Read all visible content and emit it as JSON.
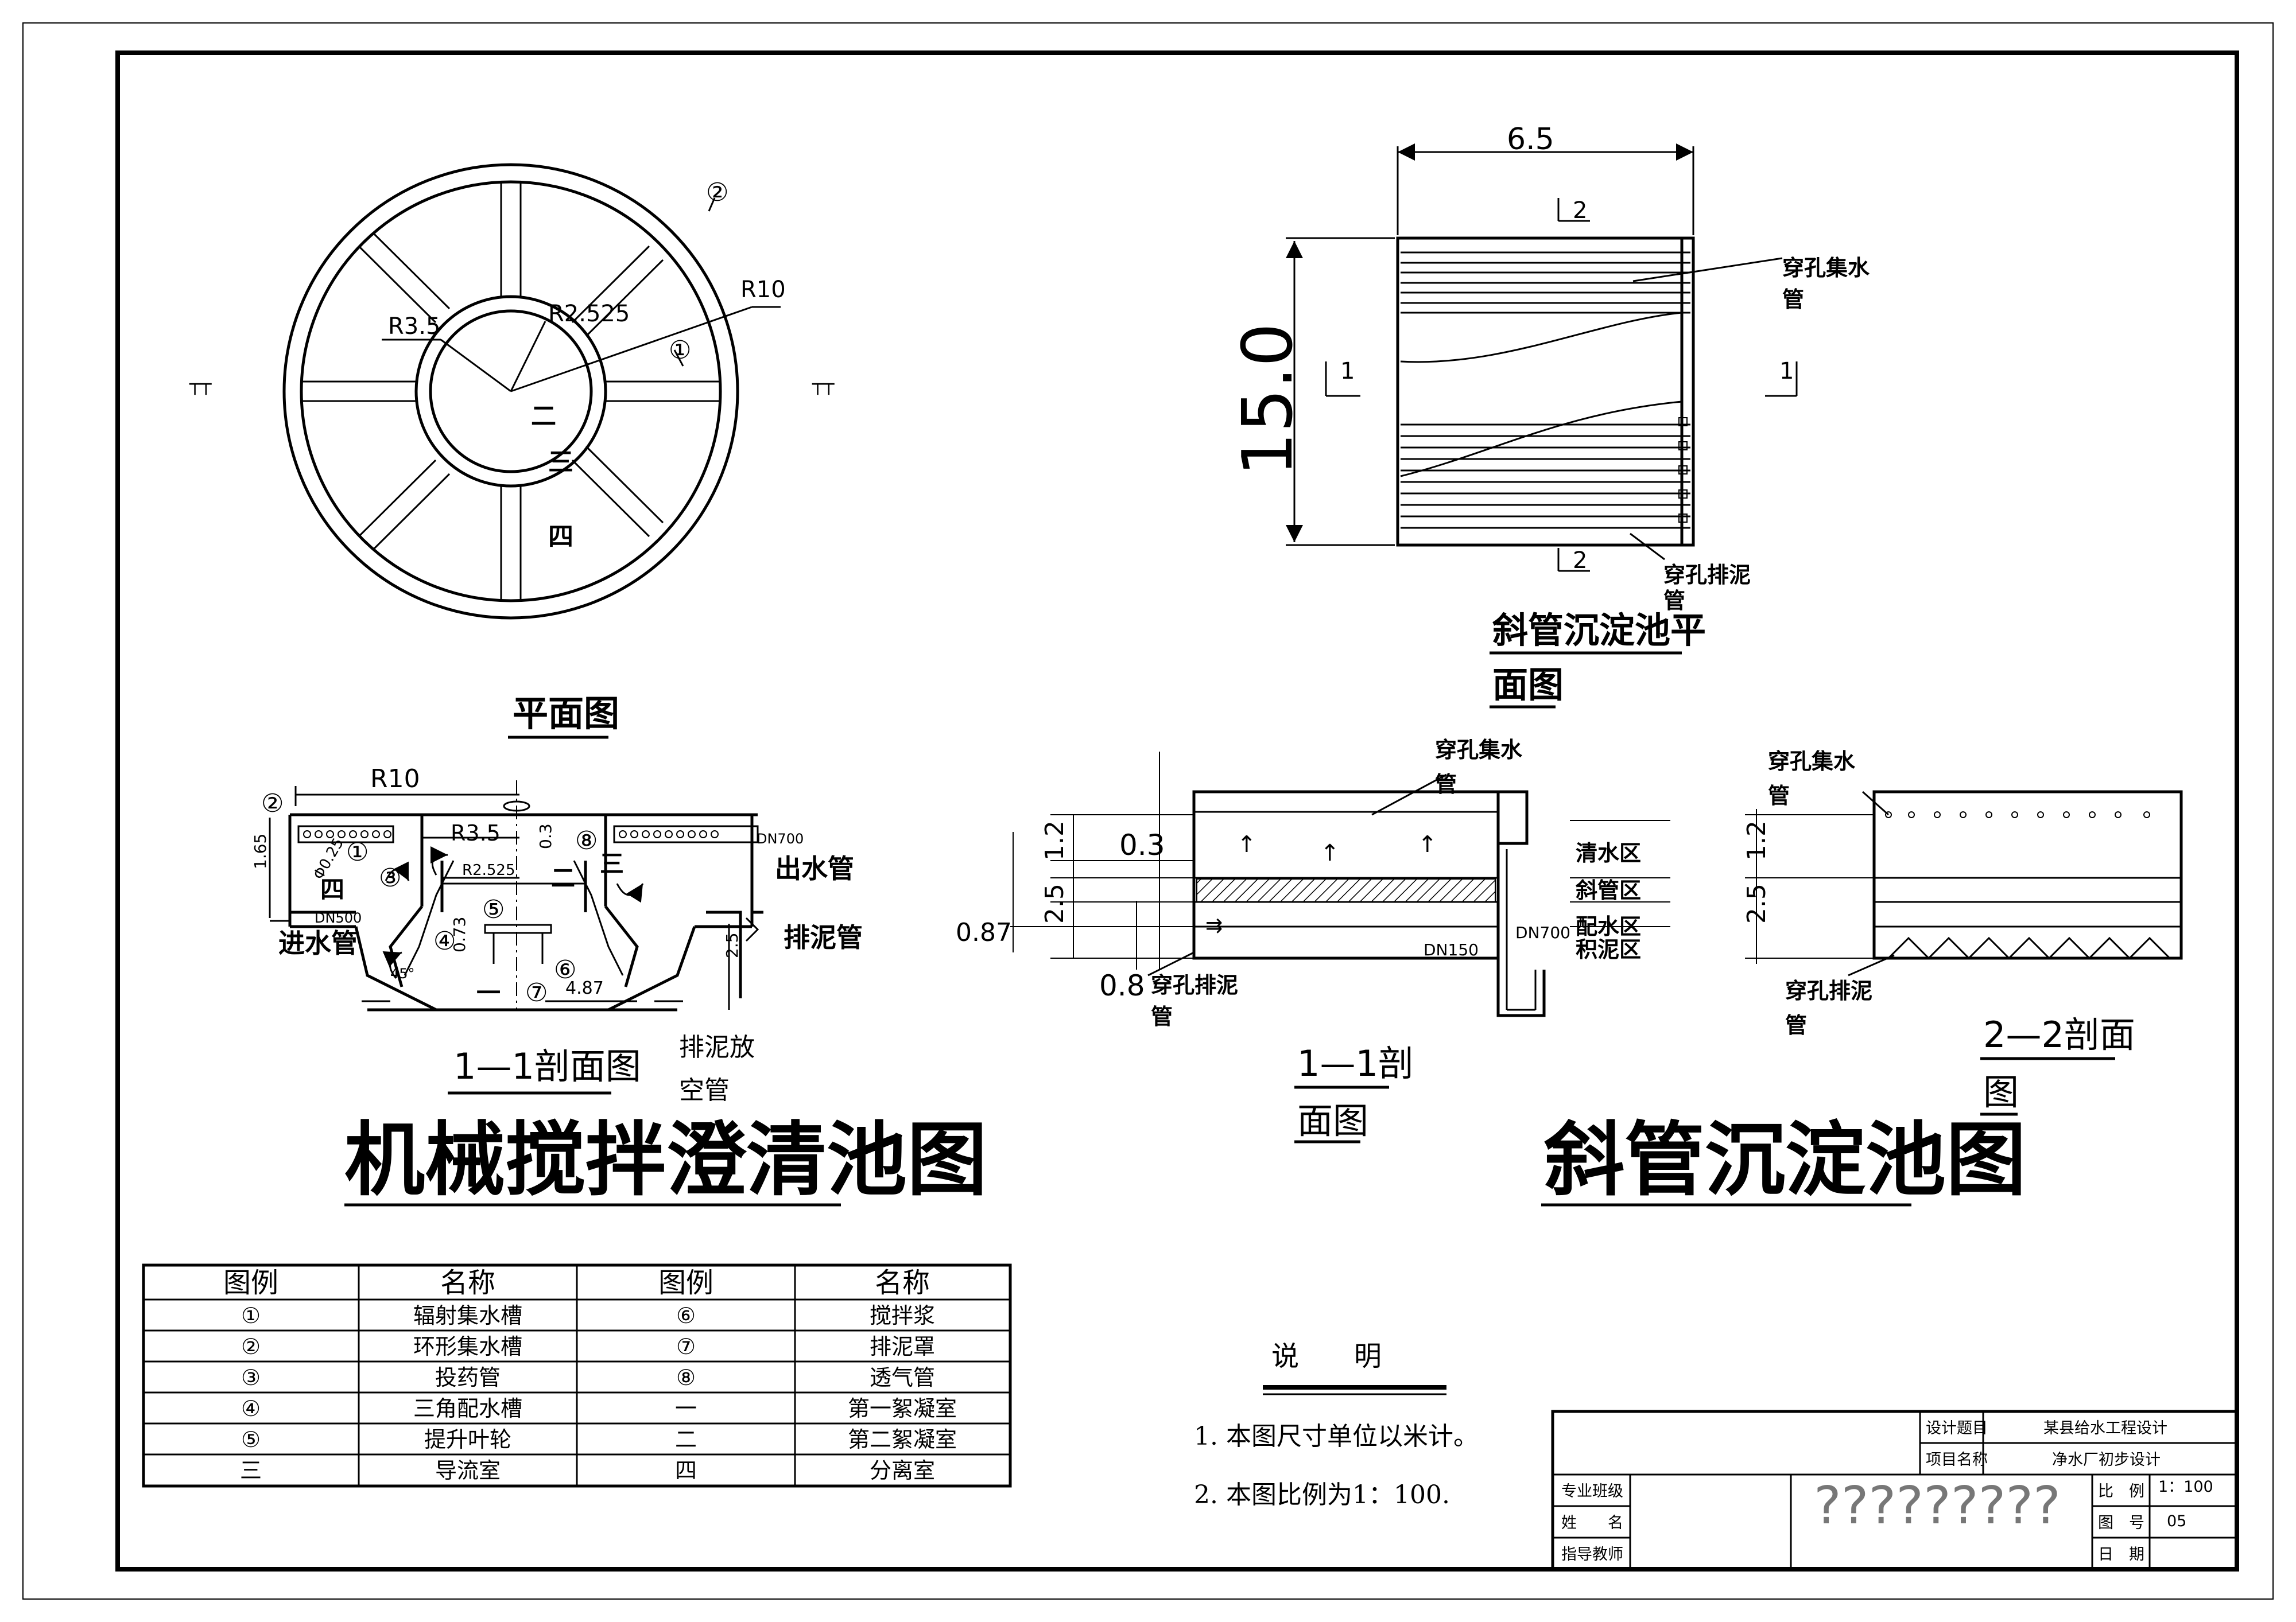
{
  "left": {
    "title": "机械搅拌澄清池图",
    "plan": {
      "caption": "平面图",
      "r_outer": "R10",
      "r_inner": "R3.5",
      "r_core": "R2.525",
      "marker1": "①",
      "marker2": "②",
      "zone2": "二",
      "zone3": "三",
      "zone4": "四",
      "section_mark_l": "┬┬",
      "section_mark_r": "┬┬"
    },
    "section": {
      "caption": "1—1剖面图",
      "r10": "R10",
      "r35": "R3.5",
      "r2525": "R2.525",
      "d165": "1.65",
      "d03": "0.3",
      "d073": "0.73",
      "d25": "2.5",
      "d487": "4.87",
      "phi": "Φ0.25",
      "dn500": "DN500",
      "dn700": "DN700",
      "angle": "45°",
      "inlet": "进水管",
      "outlet": "出水管",
      "sludge": "排泥管",
      "drain_line1": "排泥放",
      "drain_line2": "空管",
      "m1": "①",
      "m2": "②",
      "m3": "③",
      "m4": "④",
      "m5": "⑤",
      "m6": "⑥",
      "m7": "⑦",
      "m8": "⑧",
      "z1": "一",
      "z2": "二",
      "z3": "三",
      "z4": "四"
    }
  },
  "right": {
    "title": "斜管沉淀池图",
    "plan": {
      "caption_line1": "斜管沉淀池平",
      "caption_line2": "面图",
      "width": "6.5",
      "length": "15.0",
      "collect_line1": "穿孔集水",
      "collect_line2": "管",
      "drain_line1": "穿孔排泥",
      "drain_line2": "管",
      "sec1": "1",
      "sec2": "2"
    },
    "section11": {
      "caption_line1": "1—1剖",
      "caption_line2": "面图",
      "collect_line1": "穿孔集水",
      "collect_line2": "管",
      "drain_line1": "穿孔排泥",
      "drain_line2": "管",
      "d12": "1.2",
      "d03": "0.3",
      "d25": "2.5",
      "d087": "0.87",
      "d08": "0.8",
      "dn700": "DN700",
      "dn150": "DN150",
      "zone_clear": "清水区",
      "zone_tube": "斜管区",
      "zone_dist": "配水区",
      "zone_sludge": "积泥区"
    },
    "section22": {
      "caption_line1": "2—2剖面",
      "caption_line2": "图",
      "collect_line1": "穿孔集水",
      "collect_line2": "管",
      "drain_line1": "穿孔排泥",
      "drain_line2": "管",
      "d12": "1.2",
      "d25": "2.5"
    }
  },
  "legend": {
    "headers": [
      "图例",
      "名称",
      "图例",
      "名称"
    ],
    "rows": [
      [
        "①",
        "辐射集水槽",
        "⑥",
        "搅拌浆"
      ],
      [
        "②",
        "环形集水槽",
        "⑦",
        "排泥罩"
      ],
      [
        "③",
        "投药管",
        "⑧",
        "透气管"
      ],
      [
        "④",
        "三角配水槽",
        "一",
        "第一絮凝室"
      ],
      [
        "⑤",
        "提升叶轮",
        "二",
        "第二絮凝室"
      ],
      [
        "三",
        "导流室",
        "四",
        "分离室"
      ]
    ]
  },
  "notes": {
    "heading": "说　　明",
    "line1": "1. 本图尺寸单位以米计。",
    "line2": "2. 本图比例为1：100."
  },
  "title_block": {
    "design_topic_label": "设计题目",
    "design_topic_value": "某县给水工程设计",
    "project_label": "项目名称",
    "project_value": "净水厂初步设计",
    "class_label": "专业班级",
    "name_label": "姓　　名",
    "teacher_label": "指导教师",
    "placeholder": "?????????",
    "scale_label": "比　例",
    "scale_value": "1：100",
    "drawing_no_label": "图　号",
    "drawing_no_value": "05",
    "date_label": "日　期"
  }
}
